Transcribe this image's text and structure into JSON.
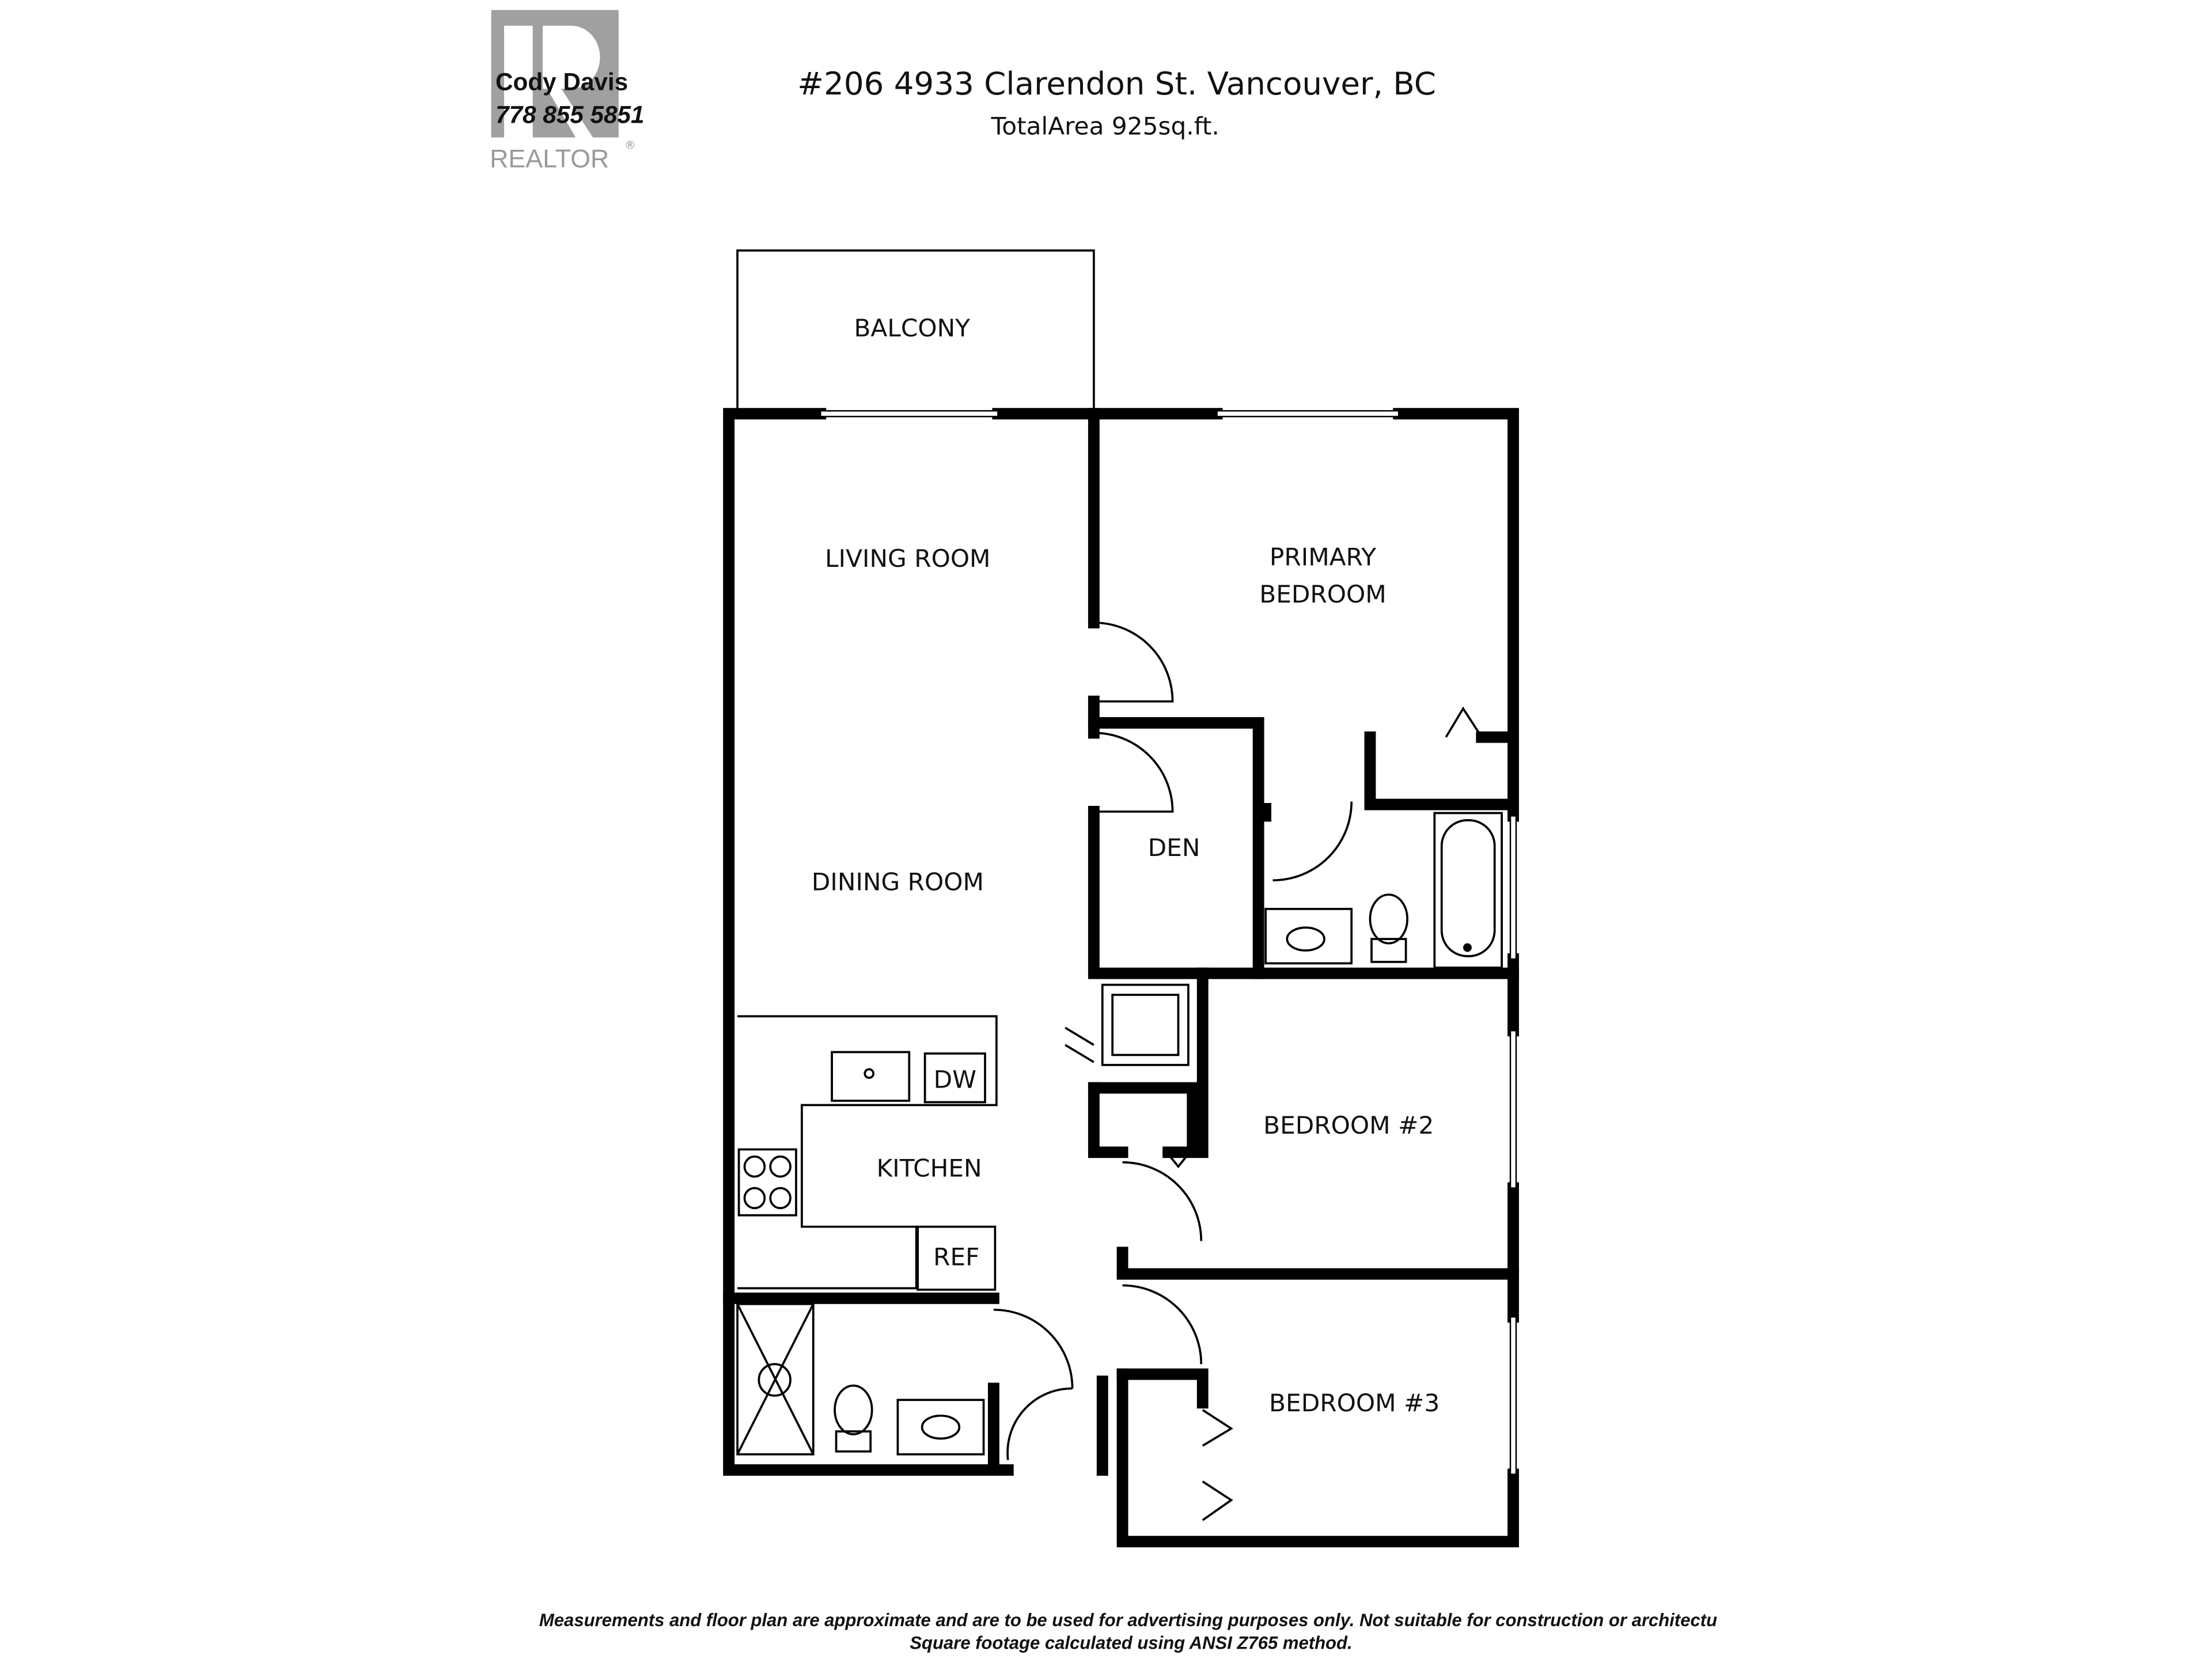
{
  "header": {
    "agent_name": "Cody Davis",
    "agent_phone": "778 855 5851",
    "logo_text": "REALTOR",
    "logo_mark": "R",
    "address": "#206 4933 Clarendon St. Vancouver, BC",
    "total_area": "TotalArea 925sq.ft."
  },
  "rooms": {
    "balcony": "BALCONY",
    "living": "LIVING ROOM",
    "primary_line1": "PRIMARY",
    "primary_line2": "BEDROOM",
    "den": "DEN",
    "dining": "DINING ROOM",
    "kitchen": "KITCHEN",
    "dw": "DW",
    "ref": "REF",
    "bedroom2": "BEDROOM #2",
    "bedroom3": "BEDROOM #3"
  },
  "footer": {
    "line1": "Measurements and floor plan are approximate and are to be used for advertising purposes only. Not suitable for construction or architectu",
    "line2": "Square footage calculated using ANSI Z765 method."
  }
}
